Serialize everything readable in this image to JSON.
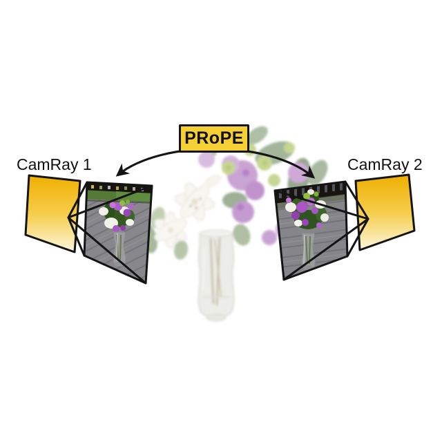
{
  "figure": {
    "method_label": "PRoPE",
    "cameras": [
      {
        "label": "CamRay 1",
        "side": "left"
      },
      {
        "label": "CamRay 2",
        "side": "right"
      }
    ]
  },
  "icons": {
    "arrow": "double-headed-curved-arrow-icon",
    "camera_plane": "yellow-film-plane",
    "camera_frustum": "camera-frustum-lines"
  },
  "colors": {
    "background": "#ffffff",
    "badge_fill": "#F6CF35",
    "outline": "#141414",
    "text": "#111111",
    "plane_gradient_top": "#EFAF00",
    "plane_gradient_mid": "#F6CD4B",
    "plane_gradient_bottom": "#FDF6DC",
    "photo_deck_gray": "#87878C",
    "photo_flower_purple": "#AE54C8",
    "faded_flower_purple": "#C9A4D3"
  }
}
